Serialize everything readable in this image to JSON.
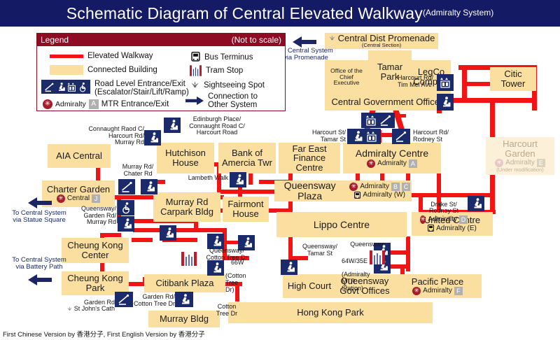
{
  "title": {
    "main": "Schematic Diagram of Central Elevated Walkway",
    "suffix": "(Admiralty System)"
  },
  "legend": {
    "heading": "Legend",
    "note": "(Not to scale)",
    "items": [
      {
        "icon": "red-line-swatch",
        "label": "Elevated Walkway"
      },
      {
        "icon": "building-swatch",
        "label": "Connected Building"
      },
      {
        "icon": "escalator-stair-lift-ramp-icons",
        "label": "Road Level Entrance/Exit",
        "label2": "(Escalator/Stair/Lift/Ramp)"
      },
      {
        "icon": "mtr-logo-icon",
        "label": "MTR Entrance/Exit",
        "station": "Admiralty",
        "exit": "A"
      },
      {
        "icon": "bus-icon",
        "label": "Bus Terminus"
      },
      {
        "icon": "tram-icon",
        "label": "Tram Stop"
      },
      {
        "icon": "sightseeing-icon",
        "label": "Sightseeing Spot"
      },
      {
        "icon": "arrow-right-icon",
        "label": "Connection to",
        "label2": "Other System"
      }
    ]
  },
  "connections": [
    {
      "name": "to-central-promenade",
      "text": "To Central System\nvia Promenade"
    },
    {
      "name": "to-central-statue-square",
      "text": "To Central System\nvia Statue Square"
    },
    {
      "name": "to-central-battery-path",
      "text": "To Central System\nvia Battery Path"
    }
  ],
  "buildings": [
    {
      "id": "central_dist_promenade",
      "name": "Central Dist Promenade",
      "sub": "(Central Section)",
      "sightseeing": true
    },
    {
      "id": "office_chief_executive",
      "name": "Office of the\nChief Executive"
    },
    {
      "id": "tamar_park",
      "name": "Tamar Park"
    },
    {
      "id": "legco_complex",
      "name": "LegCo\nComplex"
    },
    {
      "id": "citic_tower",
      "name": "Citic Tower"
    },
    {
      "id": "central_government_offices",
      "name": "Central Government Offices"
    },
    {
      "id": "harcourt_garden",
      "name": "Harcourt\nGarden",
      "station": "Admiralty",
      "exits": [
        "E"
      ],
      "sub": "(Under modification)",
      "faded": true
    },
    {
      "id": "admiralty_centre",
      "name": "Admiralty Centre",
      "station": "Admiralty",
      "exits": [
        "A"
      ]
    },
    {
      "id": "far_east_finance_centre",
      "name": "Far East\nFinance Centre"
    },
    {
      "id": "bank_of_amercia_twr",
      "name": "Bank of\nAmercia Twr"
    },
    {
      "id": "hutchison_house",
      "name": "Hutchison\nHouse"
    },
    {
      "id": "aia_central",
      "name": "AIA Central"
    },
    {
      "id": "charter_garden",
      "name": "Charter Garden",
      "station": "Central",
      "exits": [
        "J"
      ]
    },
    {
      "id": "murray_rd_carpark_bldg",
      "name": "Murray Rd\nCarpark Bldg"
    },
    {
      "id": "fairmont_house",
      "name": "Fairmont\nHouse"
    },
    {
      "id": "queensway_plaza",
      "name": "Queensway Plaza",
      "station": "Admiralty",
      "exits": [
        "B",
        "C"
      ],
      "bus": "Admiralty (W)"
    },
    {
      "id": "lippo_centre",
      "name": "Lippo Centre"
    },
    {
      "id": "united_centre",
      "name": "United Centre",
      "bus": "Admiralty (E)"
    },
    {
      "id": "cheung_kong_center",
      "name": "Cheung Kong\nCenter"
    },
    {
      "id": "cheung_kong_park",
      "name": "Cheung Kong\nPark"
    },
    {
      "id": "citibank_plaza",
      "name": "Citibank Plaza"
    },
    {
      "id": "murray_bldg",
      "name": "Murray Bldg"
    },
    {
      "id": "high_court",
      "name": "High Court"
    },
    {
      "id": "queensway_govt_offices",
      "name": "Queensway\nGovt Offices"
    },
    {
      "id": "pacific_place",
      "name": "Pacific Place",
      "station": "Admiralty",
      "exits": [
        "F"
      ]
    },
    {
      "id": "hong_kong_park",
      "name": "Hong Kong Park"
    }
  ],
  "entrance_labels": [
    {
      "id": "edinburgh_place",
      "text": "Edinburgh Place/\nConnaught Road C/\nHarcourt Road"
    },
    {
      "id": "connaught_road_c",
      "text": "Connaught Raod C/\nHarcourt Rd/\nMurray Rd"
    },
    {
      "id": "murray_chater",
      "text": "Murray Rd/\nChater Rd"
    },
    {
      "id": "lambeth_walk",
      "text": "Lambeth Walk"
    },
    {
      "id": "queensway_garden_murray",
      "text": "Queensway/\nGarden Rd/\nMurray Rd"
    },
    {
      "id": "harcourt_tamar",
      "text": "Harcourt St/\nTamar St"
    },
    {
      "id": "harcourt_tim_mei",
      "text": "Harcourt Rd/\nTim Mei Ave"
    },
    {
      "id": "harcourt_rodney",
      "text": "Harcourt Rd/\nRodney St"
    },
    {
      "id": "drake_rodney",
      "text": "Drake St/\nRodney St",
      "station": "Admiralty",
      "exits": [
        "D"
      ]
    },
    {
      "id": "queensway_cotton_tree",
      "text": "Queensway/\nCotton Tree Dr"
    },
    {
      "id": "cotton_tree_dr_66w",
      "text": "66W",
      "sub": "(Cotton\nTree Dr)"
    },
    {
      "id": "queensway_tamar",
      "text": "Queensway/\nTamar St"
    },
    {
      "id": "queensway_mtr",
      "text": "Queensway"
    },
    {
      "id": "admiralty_mtr_station",
      "text": "64W/35E",
      "sub": "(Admiralty\nMTR Station)"
    },
    {
      "id": "garden_rd_st_johns",
      "text": "Garden Rd\nSt John's Cath",
      "sightseeing": true
    },
    {
      "id": "garden_rd_cotton_tree",
      "text": "Garden Rd/\nCotton Tree Dr"
    },
    {
      "id": "cotton_tree_dr",
      "text": "Cotton\nTree Dr"
    }
  ],
  "colors": {
    "walkway": "#f01414",
    "building": "#fadfa1",
    "facility": "#1b2a6b",
    "title_bg": "#141a63",
    "legend_header": "#8d0c24",
    "mtr": "#a61c2b"
  },
  "credit": "First Chinese Version by 香港分子, First English Version by 香港分子"
}
